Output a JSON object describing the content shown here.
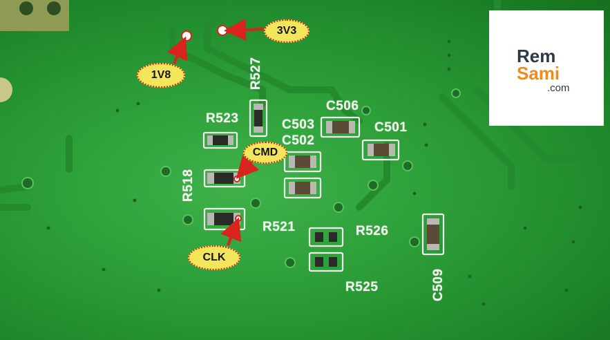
{
  "image": {
    "description_labels": {
      "silkscreen": {
        "r527": "R527",
        "r523": "R523",
        "c503": "C503",
        "c506": "C506",
        "c502": "C502",
        "c501": "C501",
        "r518": "R518",
        "r521": "R521",
        "r526": "R526",
        "r525": "R525",
        "c509": "C509"
      },
      "callouts": {
        "v1v8": "1V8",
        "v3v3": "3V3",
        "cmd": "CMD",
        "clk": "CLK"
      }
    },
    "logo": {
      "line1": "Rem",
      "line2": "Sami",
      "line3": ".com"
    },
    "colors": {
      "pcb_green": "#2ea03a",
      "silkscreen": "#f2f6ee",
      "callout_fill": "#f3e65a",
      "callout_border": "#d8241c",
      "arrow": "#d8241c",
      "logo_orange": "#f08a1c",
      "logo_dark": "#2d3a45"
    }
  }
}
